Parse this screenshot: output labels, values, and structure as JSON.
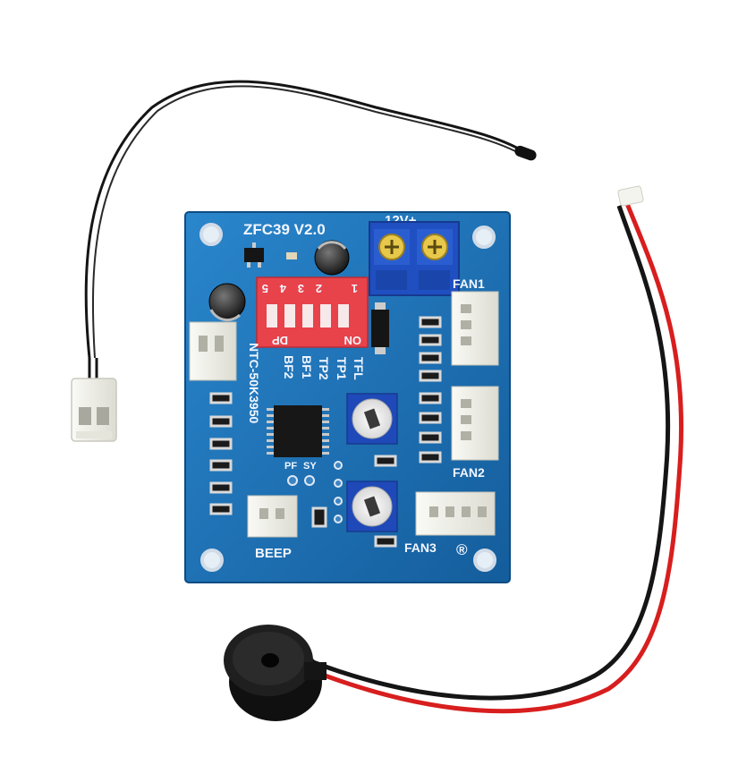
{
  "board": {
    "model": "ZFC39 V2.0",
    "power": "12V+",
    "dip_on": "ON",
    "dip_dp": "DP",
    "dip_numbers": [
      "1",
      "2",
      "3",
      "4",
      "5"
    ],
    "dip_functions": [
      "TFL",
      "TP1",
      "TP2",
      "BF1",
      "BF2"
    ],
    "sensor": "NTC-50K3950",
    "pf": "PF",
    "sy": "SY",
    "fan1": "FAN1",
    "fan2": "FAN2",
    "fan3": "FAN3",
    "beep": "BEEP",
    "reg_mark": "®"
  },
  "colors": {
    "pcb": "#1a6fb5",
    "dip_switch": "#e8424a",
    "terminal_block": "#1f4fc0",
    "buzzer": "#1a1a1a",
    "wire_red": "#d81e1e",
    "wire_black": "#151515"
  }
}
